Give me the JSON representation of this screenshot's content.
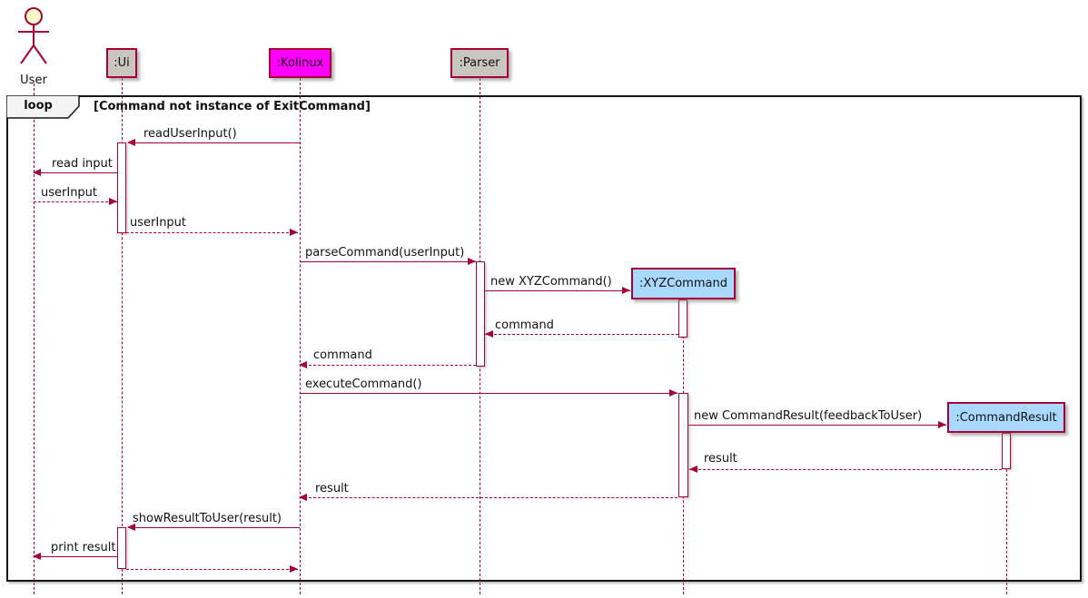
{
  "diagram": {
    "type": "uml-sequence-diagram",
    "actor": {
      "name": "User"
    },
    "participants": [
      {
        "id": "ui",
        "label": ":Ui"
      },
      {
        "id": "kolinux",
        "label": ":Kolinux"
      },
      {
        "id": "parser",
        "label": ":Parser"
      }
    ],
    "created_participants": [
      {
        "id": "xyzcommand",
        "label": ":XYZCommand"
      },
      {
        "id": "commandresult",
        "label": ":CommandResult"
      }
    ],
    "frame": {
      "operator": "loop",
      "condition": "[Command not instance of ExitCommand]"
    },
    "messages": [
      {
        "label": "readUserInput()",
        "from": ":Kolinux",
        "to": ":Ui",
        "line": "solid"
      },
      {
        "label": "read input",
        "from": ":Ui",
        "to": "User",
        "line": "solid"
      },
      {
        "label": "userInput",
        "from": "User",
        "to": ":Ui",
        "line": "dashed"
      },
      {
        "label": "userInput",
        "from": ":Ui",
        "to": ":Kolinux",
        "line": "dashed"
      },
      {
        "label": "parseCommand(userInput)",
        "from": ":Kolinux",
        "to": ":Parser",
        "line": "solid"
      },
      {
        "label": "new XYZCommand()",
        "from": ":Parser",
        "to": ":XYZCommand",
        "line": "solid"
      },
      {
        "label": "command",
        "from": ":XYZCommand",
        "to": ":Parser",
        "line": "dashed"
      },
      {
        "label": "command",
        "from": ":Parser",
        "to": ":Kolinux",
        "line": "dashed"
      },
      {
        "label": "executeCommand()",
        "from": ":Kolinux",
        "to": ":XYZCommand",
        "line": "solid"
      },
      {
        "label": "new CommandResult(feedbackToUser)",
        "from": ":XYZCommand",
        "to": ":CommandResult",
        "line": "solid"
      },
      {
        "label": "result",
        "from": ":CommandResult",
        "to": ":XYZCommand",
        "line": "dashed"
      },
      {
        "label": "result",
        "from": ":XYZCommand",
        "to": ":Kolinux",
        "line": "dashed"
      },
      {
        "label": "showResultToUser(result)",
        "from": ":Kolinux",
        "to": ":Ui",
        "line": "solid"
      },
      {
        "label": "print result",
        "from": ":Ui",
        "to": "User",
        "line": "solid"
      },
      {
        "label": "",
        "from": ":Ui",
        "to": ":Kolinux",
        "line": "dashed"
      }
    ],
    "colors": {
      "arrow": "#a80036",
      "participant_fill": "#c8c6be",
      "kolinux_fill": "#ff00ff",
      "created_fill": "#a9d8ff",
      "actor_head_fill": "#fefece",
      "frame_border": "#151515"
    }
  }
}
